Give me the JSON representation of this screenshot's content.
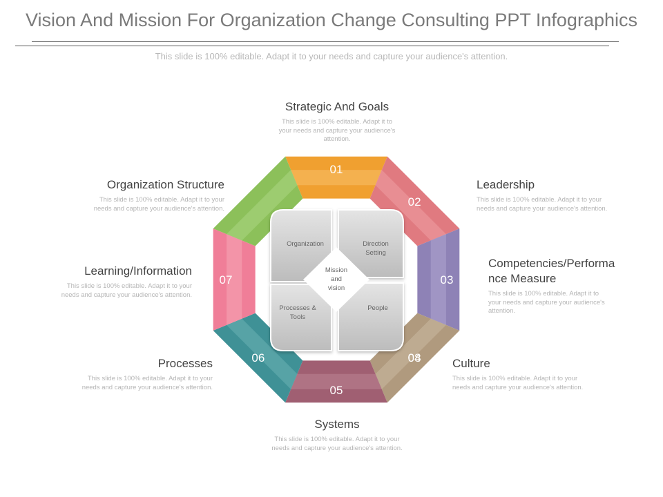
{
  "title": "Vision And Mission For Organization Change Consulting PPT Infographics",
  "subtitle": "This slide is 100% editable. Adapt it to your needs and capture your audience's attention.",
  "segments": [
    {
      "number": "01",
      "heading": "Strategic And Goals",
      "desc": "This slide is 100% editable. Adapt it to your needs and capture your audience's attention.",
      "color": "#f0a030",
      "shade": "#f7c06a"
    },
    {
      "number": "02",
      "heading": "Leadership",
      "desc": "This slide is 100% editable. Adapt it to your needs and capture your audience's attention.",
      "color": "#e07a80",
      "shade": "#ef9ea2"
    },
    {
      "number": "03",
      "heading": "Competencies/Performance Measure",
      "desc": "This slide is 100% editable. Adapt it to your needs and capture your audience's attention.",
      "color": "#8e82b6",
      "shade": "#aea6cf"
    },
    {
      "number": "04",
      "heading": "Culture",
      "desc": "This slide is 100% editable. Adapt it to your needs and capture your audience's attention.",
      "color": "#b09a7e",
      "shade": "#cbb9a1"
    },
    {
      "number": "05",
      "heading": "Systems",
      "desc": "This slide is 100% editable. Adapt it to your needs and capture your audience's attention.",
      "color": "#a05f72",
      "shade": "#bb8494"
    },
    {
      "number": "06",
      "heading": "Processes",
      "desc": "This slide is 100% editable. Adapt it to your needs and capture your audience's attention.",
      "color": "#3f9196",
      "shade": "#6cb2b5"
    },
    {
      "number": "07",
      "heading": "Learning/Information",
      "desc": "This slide is 100% editable. Adapt it to your needs and capture your audience's attention.",
      "color": "#f07e98",
      "shade": "#f6a6b7"
    },
    {
      "number": "08",
      "heading": "Organization Structure",
      "desc": "This slide is 100% editable. Adapt it to your needs and capture your audience's attention.",
      "color": "#8cc05a",
      "shade": "#acd583"
    }
  ],
  "inner": {
    "center": [
      "Mission",
      "and",
      "vision"
    ],
    "top_left": [
      "Organization"
    ],
    "top_right": [
      "Direction",
      "Setting"
    ],
    "bottom_left": [
      "Processes &",
      "Tools"
    ],
    "bottom_right": [
      "People"
    ]
  }
}
